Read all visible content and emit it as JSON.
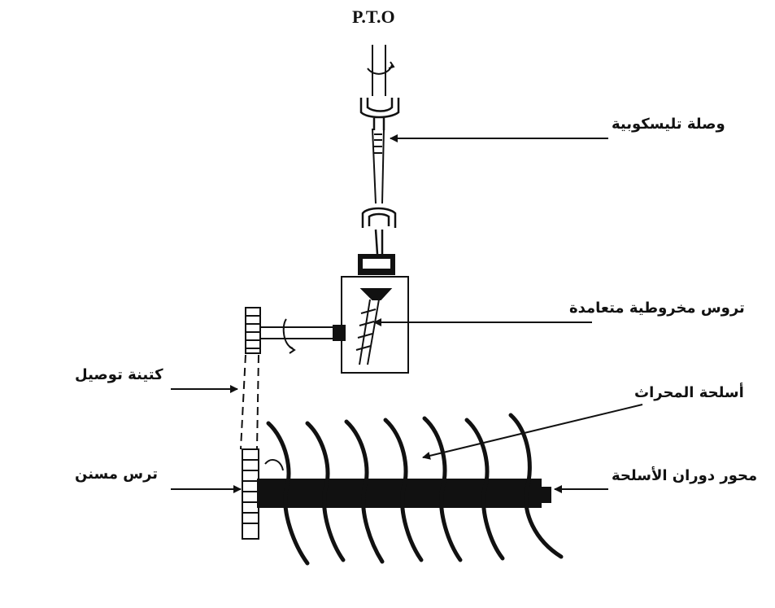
{
  "diagram": {
    "title": "P.T.O",
    "labels": {
      "telescopic_coupling": "وصلة تليسكوبية",
      "bevel_gears": "تروس مخروطية متعامدة",
      "transmission_chain": "كتينة توصيل",
      "tiller_blades": "أسلحة المحراث",
      "sprocket": "ترس مسنن",
      "blade_shaft": "محور دوران الأسلحة"
    }
  }
}
